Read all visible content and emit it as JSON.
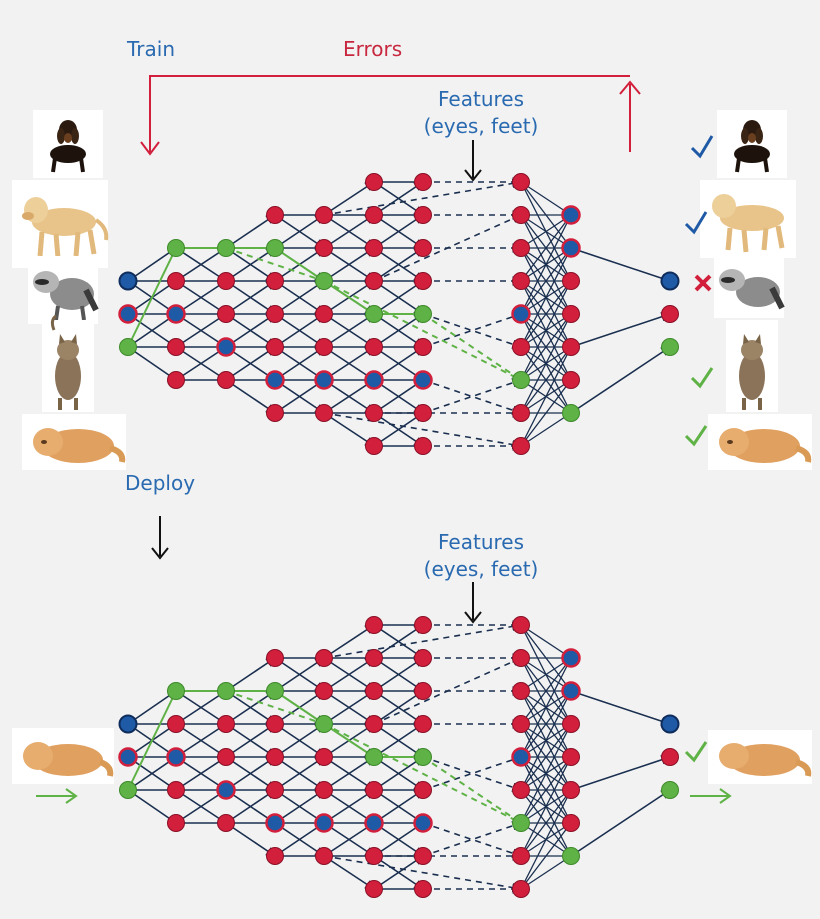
{
  "labels": {
    "train": "Train",
    "errors": "Errors",
    "deploy": "Deploy",
    "features_top_line1": "Features",
    "features_top_line2": "(eyes, feet)",
    "features_bottom_line1": "Features",
    "features_bottom_line2": "(eyes, feet)"
  },
  "colors": {
    "background": "#f2f2f2",
    "node_red": "#d21f3c",
    "node_blue": "#1f5aa6",
    "node_green": "#5fb246",
    "edge_navy": "#1a2f4f",
    "train_text": "#2a6ab0",
    "errors_text": "#c8283f",
    "check_blue": "#1f5aa6",
    "check_green": "#5fb246",
    "cross_red": "#d21f3c"
  },
  "icons": {
    "training_inputs": [
      "dachshund-photo",
      "golden-retriever-photo",
      "raccoon-photo",
      "tabby-cat-photo",
      "persian-cat-photo"
    ],
    "training_outputs": [
      "dachshund-photo",
      "golden-retriever-photo",
      "raccoon-photo",
      "tabby-cat-photo",
      "persian-cat-photo"
    ],
    "output_marks": [
      "check-icon",
      "check-icon",
      "cross-icon",
      "check-icon",
      "check-icon"
    ],
    "deploy_input": "persian-cat-photo",
    "deploy_output": "persian-cat-photo"
  }
}
